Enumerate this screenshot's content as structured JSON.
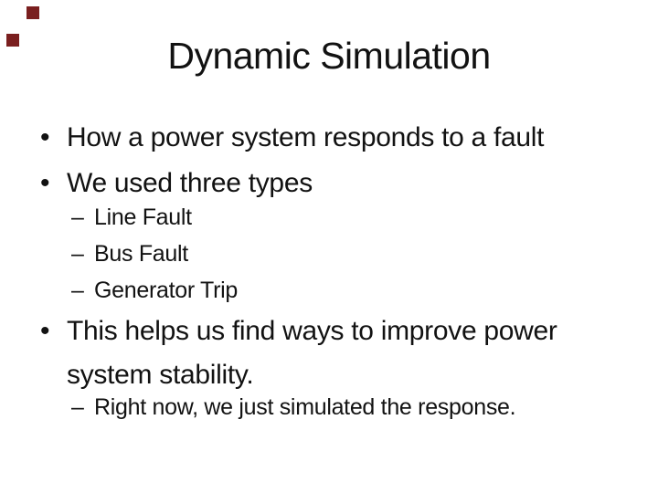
{
  "slide": {
    "title": "Dynamic Simulation",
    "markers": {
      "level1": "•",
      "level2": "–"
    },
    "bullets": [
      {
        "level": 1,
        "text": "How a power system responds to a fault"
      },
      {
        "level": 1,
        "text": "We used three types"
      },
      {
        "level": 2,
        "text": "Line Fault"
      },
      {
        "level": 2,
        "text": "Bus Fault"
      },
      {
        "level": 2,
        "text": "Generator Trip"
      },
      {
        "level": 1,
        "text": "This helps us find ways to improve power system stability."
      },
      {
        "level": 2,
        "text": "Right now, we just simulated the response."
      }
    ],
    "colors": {
      "background": "#ffffff",
      "text": "#121212",
      "decoration_square": "#7a1f1f"
    }
  }
}
